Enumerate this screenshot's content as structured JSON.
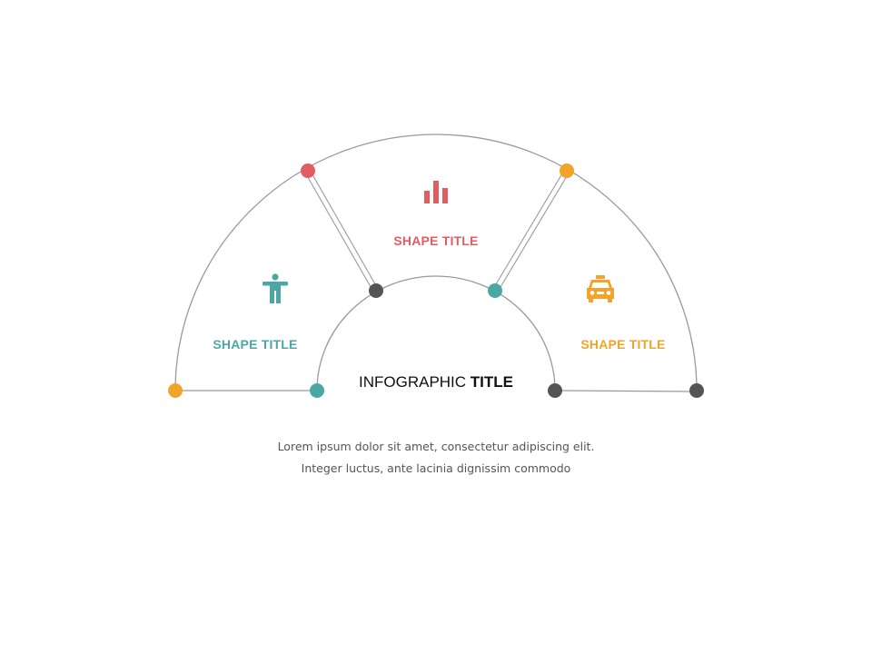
{
  "colors": {
    "teal": "#4aa7a6",
    "red": "#e25d61",
    "orange": "#f2a329",
    "dark": "#555555",
    "line": "#9a9a9a"
  },
  "title": {
    "normal": "INFOGRAPHIC",
    "bold": "TITLE"
  },
  "segments": [
    {
      "label": "SHAPE TITLE",
      "icon": "person-icon",
      "color": "teal"
    },
    {
      "label": "SHAPE TITLE",
      "icon": "bar-chart-icon",
      "color": "red"
    },
    {
      "label": "SHAPE TITLE",
      "icon": "taxi-icon",
      "color": "orange"
    }
  ],
  "caption": {
    "line1": "Lorem ipsum dolor sit amet, consectetur adipiscing elit.",
    "line2": "Integer luctus, ante lacinia dignissim commodo"
  }
}
